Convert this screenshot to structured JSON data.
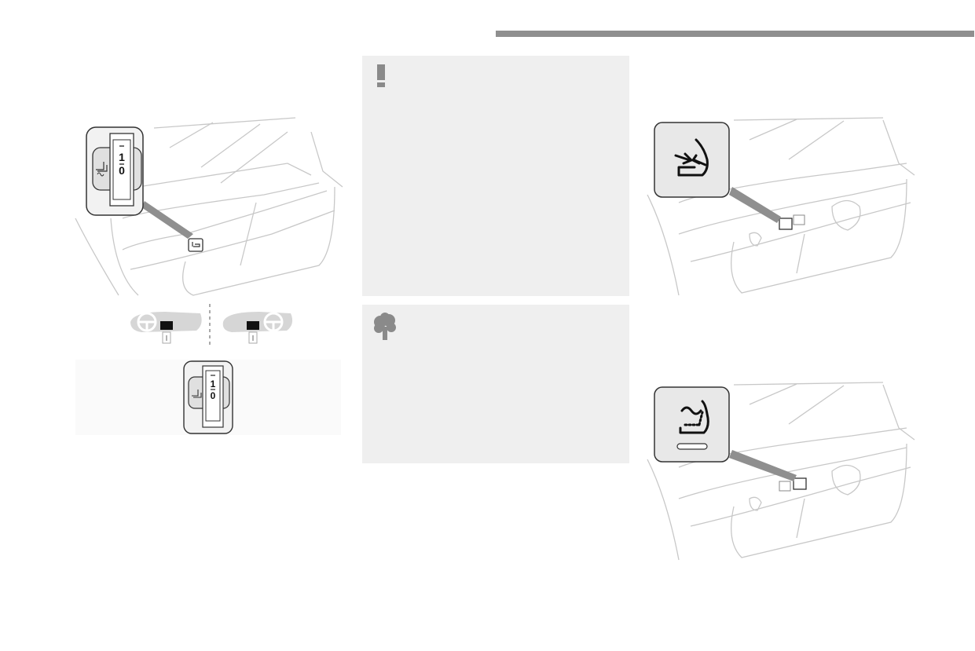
{
  "header": {
    "bar_color": "#8f8f8f"
  },
  "left_column": {
    "heated_seat_dial": {
      "marks": [
        "1",
        "0"
      ]
    },
    "steering_variants": [
      "left-hand-drive",
      "right-hand-drive"
    ],
    "bottom_dial": {
      "marks": [
        "1",
        "0"
      ]
    }
  },
  "middle_column": {
    "warning_note": {
      "icon": "exclamation-icon",
      "text": ""
    },
    "eco_note": {
      "icon": "tree-icon",
      "text": ""
    }
  },
  "right_column": {
    "massage_button": {
      "icon": "seat-massage-icon"
    },
    "lumbar_button": {
      "icon": "seat-ventilation-icon"
    }
  },
  "colors": {
    "note_background": "#efefef",
    "icon_gray": "#8a8a8a",
    "line_gray": "#c8c8c8"
  }
}
